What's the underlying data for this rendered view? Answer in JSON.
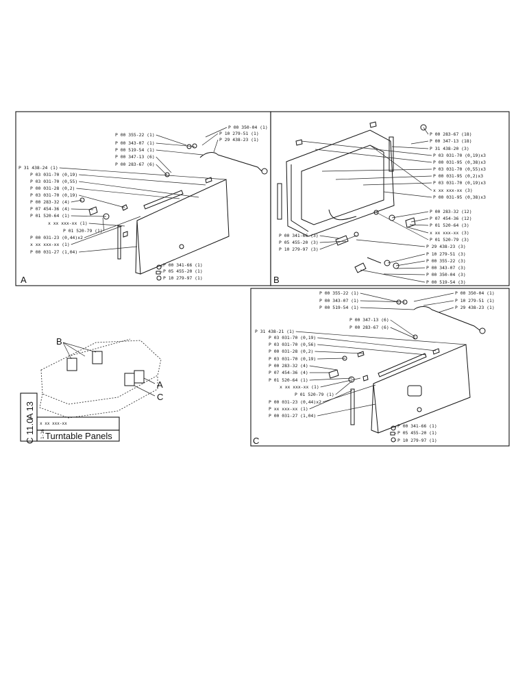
{
  "panel_a": {
    "letter": "A",
    "labels": [
      "P 00 350-04 (1)",
      "P 00 355-22 (1)",
      "P 10 279-51 (1)",
      "P 00 343-07 (1)",
      "P 29 438-23 (1)",
      "P 00 519-54 (1)",
      "P 00 347-13 (6)",
      "P 00 283-67 (6)",
      "P 31 438-24 (1)",
      "P 03 031-70 (0,19)",
      "P 03 031-70 (0,55)",
      "P 00 031-28 (0,2)",
      "P 03 031-70 (0,19)",
      "P 00 283-32 (4)",
      "P 07 454-36 (4)",
      "P 01 520-64 (1)",
      "x xx xxx-xx (1)",
      "P 01 520-79 (1)",
      "P 00 031-23 (0,44)x2",
      "x xx xxx-xx (1)",
      "P 00 031-27 (1,04)",
      "P 00 341-66 (1)",
      "P 05 455-20 (1)",
      "P 10 279-97 (1)"
    ]
  },
  "panel_b": {
    "letter": "B",
    "labels": [
      "P 00 283-67 (18)",
      "P 00 347-13 (18)",
      "P 31 438-20 (3)",
      "P 03 031-70 (0,19)x3",
      "P 00 031-95 (0,38)x3",
      "P 03 031-70 (0,55)x3",
      "P 00 031-95 (0,2)x3",
      "P 03 031-70 (0,19)x3",
      "x xx xxx-xx (3)",
      "P 00 031-95 (0,38)x3",
      "P 00 283-32 (12)",
      "P 07 454-36 (12)",
      "P 01 520-64 (3)",
      "x xx xxx-xx (3)",
      "P 01 520-79 (3)",
      "P 00 341-66 (3)",
      "P 05 455-20 (3)",
      "P 10 279-97 (3)",
      "P 29 438-23 (3)",
      "P 10 279-51 (3)",
      "P 00 355-22 (3)",
      "P 00 343-07 (3)",
      "P 00 350-04 (3)",
      "P 00 519-54 (3)"
    ]
  },
  "panel_c": {
    "letter": "C",
    "labels": [
      "P 00 355-22 (1)",
      "P 00 350-04 (1)",
      "P 00 343-07 (1)",
      "P 10 279-51 (1)",
      "P 00 519-54 (1)",
      "P 29 438-23 (1)",
      "P 00 347-13 (6)",
      "P 00 283-67 (6)",
      "P 31 438-21 (1)",
      "P 03 031-70 (0,19)",
      "P 03 031-70 (0,56)",
      "P 00 031-28 (0,2)",
      "P 03 031-70 (0,19)",
      "P 00 283-32 (4)",
      "P 07 454-36 (4)",
      "P 01 520-64 (1)",
      "x xx xxx-xx (1)",
      "P 01 520-79 (1)",
      "P 00 031-23 (0,44)x2",
      "P xx xxx-xx (1)",
      "P 00 031-27 (1,04)",
      "P 00 341-66 (1)",
      "P 05 455-20 (1)",
      "P 10 279-97 (1)"
    ]
  },
  "overview": {
    "callout_b": "B",
    "callout_a": "A",
    "callout_c": "C"
  },
  "title_block": {
    "code_1": "A 13",
    "code_2": "C 11.0",
    "part_no": "x xx xxx-xx",
    "sheet": "1-16",
    "title": "Turntable Panels"
  }
}
